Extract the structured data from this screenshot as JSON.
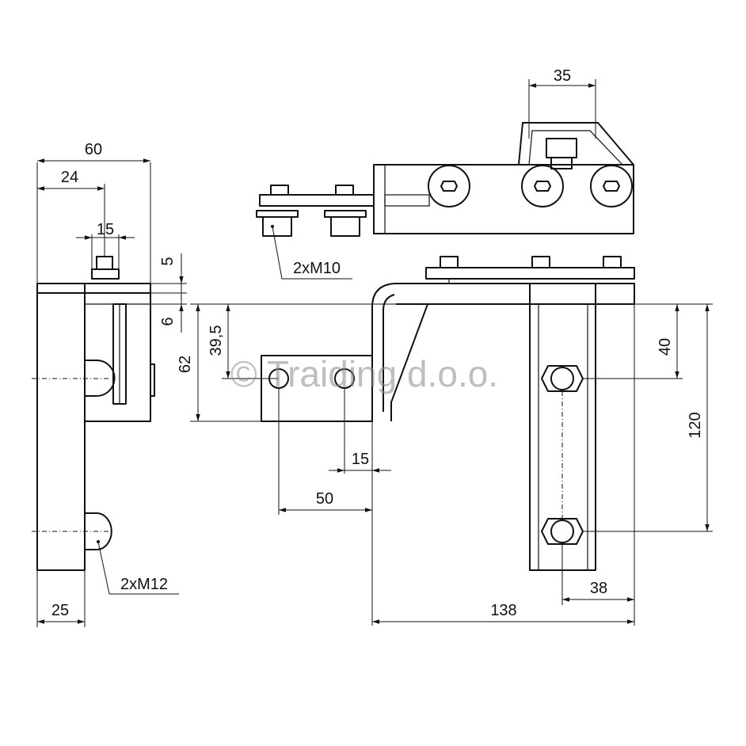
{
  "dimensions": {
    "side_view": {
      "width_total": "60",
      "width_offset": "24",
      "bolt_width": "15",
      "height_top": "5",
      "height_gap": "6",
      "plate_thickness": "25",
      "fastener_label": "2xM12"
    },
    "top_view": {
      "roller_width": "35",
      "fastener_label": "2xM10"
    },
    "front_view": {
      "height_overall": "62",
      "height_holes": "39,5",
      "hole_spacing": "15",
      "arm_length": "50",
      "upper_hole_offset": "40",
      "hole_pitch": "120",
      "edge_offset": "38",
      "overall_length": "138"
    }
  },
  "watermark": "© Traiding d.o.o.",
  "colors": {
    "line": "#111111",
    "background": "#ffffff",
    "watermark": "#8a8a8a"
  }
}
